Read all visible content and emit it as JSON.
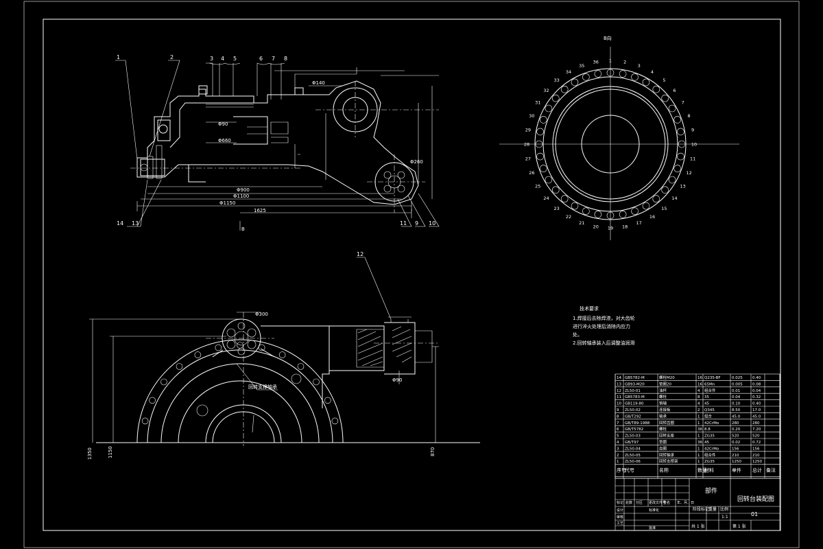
{
  "front_view": {
    "balloons": [
      "1",
      "2",
      "3",
      "4",
      "5",
      "6",
      "7",
      "8",
      "14",
      "13",
      "11",
      "9",
      "10"
    ],
    "dimensions": {
      "d140": "Φ140",
      "d90": "Φ90",
      "d660": "Φ660",
      "d900": "Φ900",
      "d1100": "Φ1100",
      "d1150": "Φ1150",
      "len1625": "1625",
      "d260": "Φ260"
    },
    "section_mark": "B"
  },
  "top_view": {
    "label": "B向",
    "numbers": [
      "1",
      "2",
      "3",
      "4",
      "5",
      "6",
      "7",
      "8",
      "9",
      "10",
      "11",
      "12",
      "13",
      "14",
      "15",
      "16",
      "17",
      "18",
      "19",
      "20",
      "21",
      "22",
      "23",
      "24",
      "25",
      "26",
      "27",
      "28",
      "29",
      "30",
      "31",
      "32",
      "33",
      "34",
      "35",
      "36"
    ]
  },
  "plan_view": {
    "balloon": "12",
    "dim_d300": "Φ300",
    "dim_d90": "Φ90",
    "note_label": "回转支撑轴承",
    "h1": "1350",
    "h2": "1150",
    "h3": "870"
  },
  "tech_req": {
    "title": "技术要求",
    "lines": [
      "1.焊接后去除焊渣，对大齿轮",
      "  进行淬火处理后消除内应力",
      "  处。",
      "2.回转轴承装入后调整油润滑"
    ]
  },
  "bom": {
    "rows": [
      [
        "14",
        "GB5782-M",
        "螺栓M20",
        "16",
        "Q235-BF",
        "0.025",
        "0.40"
      ],
      [
        "13",
        "GB93-M20",
        "垫圈20",
        "16",
        "65Mn",
        "0.005",
        "0.08"
      ],
      [
        "12",
        "ZL50-01",
        "油杯",
        "4",
        "组合件",
        "0.01",
        "0.04"
      ],
      [
        "11",
        "GB5783-M",
        "螺栓",
        "8",
        "35",
        "0.04",
        "0.32"
      ],
      [
        "10",
        "GB119-80",
        "销轴",
        "4",
        "45",
        "0.10",
        "0.40"
      ],
      [
        "9",
        "ZL50-02",
        "连接板",
        "2",
        "Q345",
        "8.50",
        "17.0"
      ],
      [
        "8",
        "GB/T292",
        "轴承",
        "1",
        "组合",
        "45.0",
        "45.0"
      ],
      [
        "7",
        "GB/T89-1988",
        "回转齿圈",
        "1",
        "42CrMo",
        "280",
        "280"
      ],
      [
        "6",
        "GB/T5782",
        "螺栓",
        "36",
        "8.8",
        "0.20",
        "7.20"
      ],
      [
        "5",
        "ZL50-03",
        "回转支座",
        "1",
        "ZG35",
        "520",
        "520"
      ],
      [
        "4",
        "GB/T97",
        "垫圈",
        "36",
        "45",
        "0.02",
        "0.72"
      ],
      [
        "3",
        "ZL50-04",
        "齿圈",
        "1",
        "42CrMo",
        "156",
        "156"
      ],
      [
        "2",
        "ZL50-05",
        "回转轴承",
        "1",
        "组合件",
        "210",
        "210"
      ],
      [
        "1",
        "ZL50-06",
        "回转支撑架",
        "1",
        "ZG35",
        "1250",
        "1250"
      ]
    ],
    "headers": [
      "序号",
      "代号",
      "名称",
      "数量",
      "材料",
      "单件",
      "总计",
      "备注"
    ],
    "weight_label": "重量"
  },
  "title_block": {
    "part_label": "部件",
    "drawing_name": "回转台装配图",
    "drawing_no": "01",
    "scale": "1:1",
    "sheet": "共 1 张",
    "sheet2": "第 1 张",
    "row_labels": [
      "标记",
      "处数",
      "分区",
      "更改文件号",
      "签名",
      "年、月、日",
      "设计",
      "审核",
      "工艺",
      "标准化",
      "批准"
    ],
    "stage_label": "阶段标记",
    "weight": "重量",
    "ratio": "比例"
  }
}
